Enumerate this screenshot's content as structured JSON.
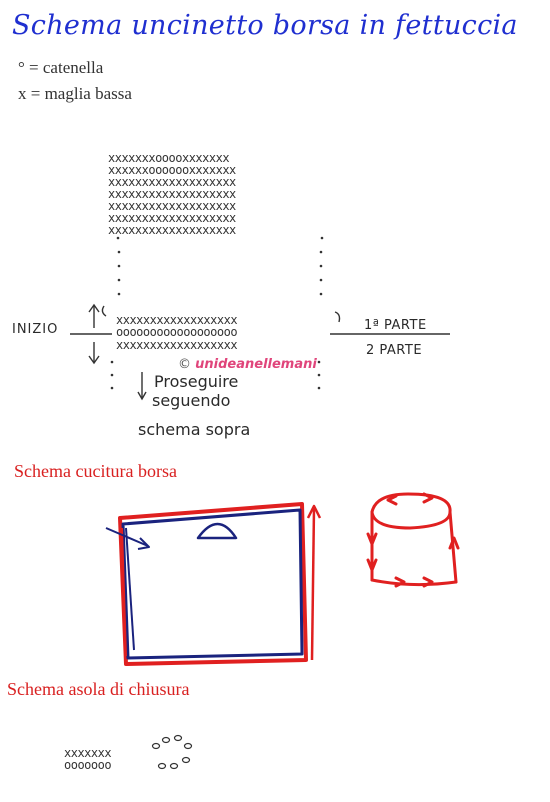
{
  "title": "Schema uncinetto borsa in fettuccia",
  "legend": {
    "line1": "° = catenella",
    "line2": "x = maglia bassa"
  },
  "crochet_chart": {
    "top_rows": [
      "xxxxxxxooooxxxxxxx",
      "xxxxxxooooooxxxxxxx",
      "xxxxxxxxxxxxxxxxxxx",
      "xxxxxxxxxxxxxxxxxxx",
      "xxxxxxxxxxxxxxxxxxx",
      "xxxxxxxxxxxxxxxxxxx",
      "xxxxxxxxxxxxxxxxxxx"
    ],
    "base_row1": "xxxxxxxxxxxxxxxxxx",
    "base_row2": "oooooooooooooooooo",
    "base_row3": "xxxxxxxxxxxxxxxxxx",
    "start_label": "INIZIO",
    "part1_label": "1ª PARTE",
    "part2_label": "2 PARTE",
    "continue_line1": "Proseguire",
    "continue_line2": "seguendo",
    "continue_line3": "schema sopra"
  },
  "watermark": {
    "symbol": "©",
    "brand": "unideanellemani"
  },
  "section_sewing": "Schema cucitura borsa",
  "section_buttonhole": "Schema asola di chiusura",
  "buttonhole_chart": {
    "row_top": "xxxxxxx",
    "row_bottom": "ooooooo"
  },
  "colors": {
    "title": "#1f2fd0",
    "section_labels": "#d92121",
    "sewing_red": "#e02020",
    "sewing_blue": "#1a237e",
    "ink": "#333333"
  }
}
